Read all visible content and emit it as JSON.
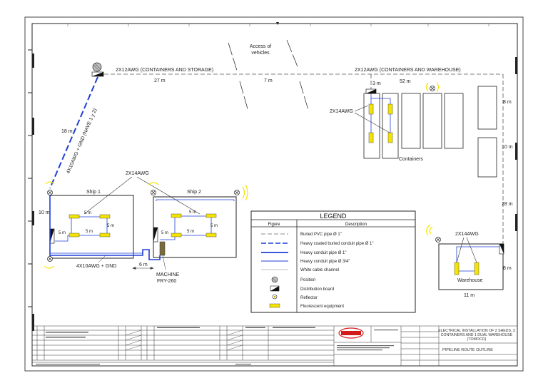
{
  "labels": {
    "access": [
      "Access of",
      "vehicles"
    ],
    "cable_storage": "2X12AWG (CONTAINERS AND STORAGE)",
    "cable_warehouse": "2X12AWG (CONTAINERS AND WAREHOUSE)",
    "dist_27": "27 m",
    "dist_7": "7 m",
    "dist_3": "3 m",
    "dist_52": "52 m",
    "dist_8_top": "8 m",
    "dist_10_right": "10 m",
    "dist_28": "28 m",
    "dist_8_bottom": "8 m",
    "dist_11": "11 m",
    "dist_18": "18 m",
    "diag_cable": "4X10AWG + GND (NAVE 1 y 2)",
    "x14_containers": "2X14AWG",
    "containers": "Containers",
    "x14_ships": "2X14AWG",
    "ship1": "Ship 1",
    "ship2": "Ship 2",
    "dist_10_left": "10 m",
    "dist_5": "5 m",
    "cable_gnd": "4X10AWG + GND",
    "dist_6": "6 m",
    "machine": [
      "MACHINE",
      "FRY-260"
    ],
    "x14_warehouse": "2X14AWG",
    "warehouse": "Warehouse"
  },
  "legend": {
    "title": "LEGEND",
    "col_figure": "Figure",
    "col_description": "Description",
    "items": [
      "Buried PVC pipe Ø 1\"",
      "Heavy coated buried conduit pipe Ø 1\"",
      "Heavy conduit pipe Ø 1\"",
      "Heavy conduit pipe Ø 3/4\"",
      "White cable channel",
      "Position",
      "Distribution board",
      "Reflector",
      "Fluorescent equipment"
    ]
  },
  "title_block": {
    "title_main": [
      "ELECTRICAL INSTALLATION OF 2 SHEDS, 3",
      "CONTAINERS AND 1 DUAL WAREHOUSE",
      "(TOMOCO)"
    ],
    "title_sub": "PIPELINE ROUTE OUTLINE"
  },
  "colors": {
    "conduit_blue": "#1f3fd6",
    "fluorescent": "#f5e400",
    "machine": "#7a6a3a",
    "line": "#333333"
  }
}
